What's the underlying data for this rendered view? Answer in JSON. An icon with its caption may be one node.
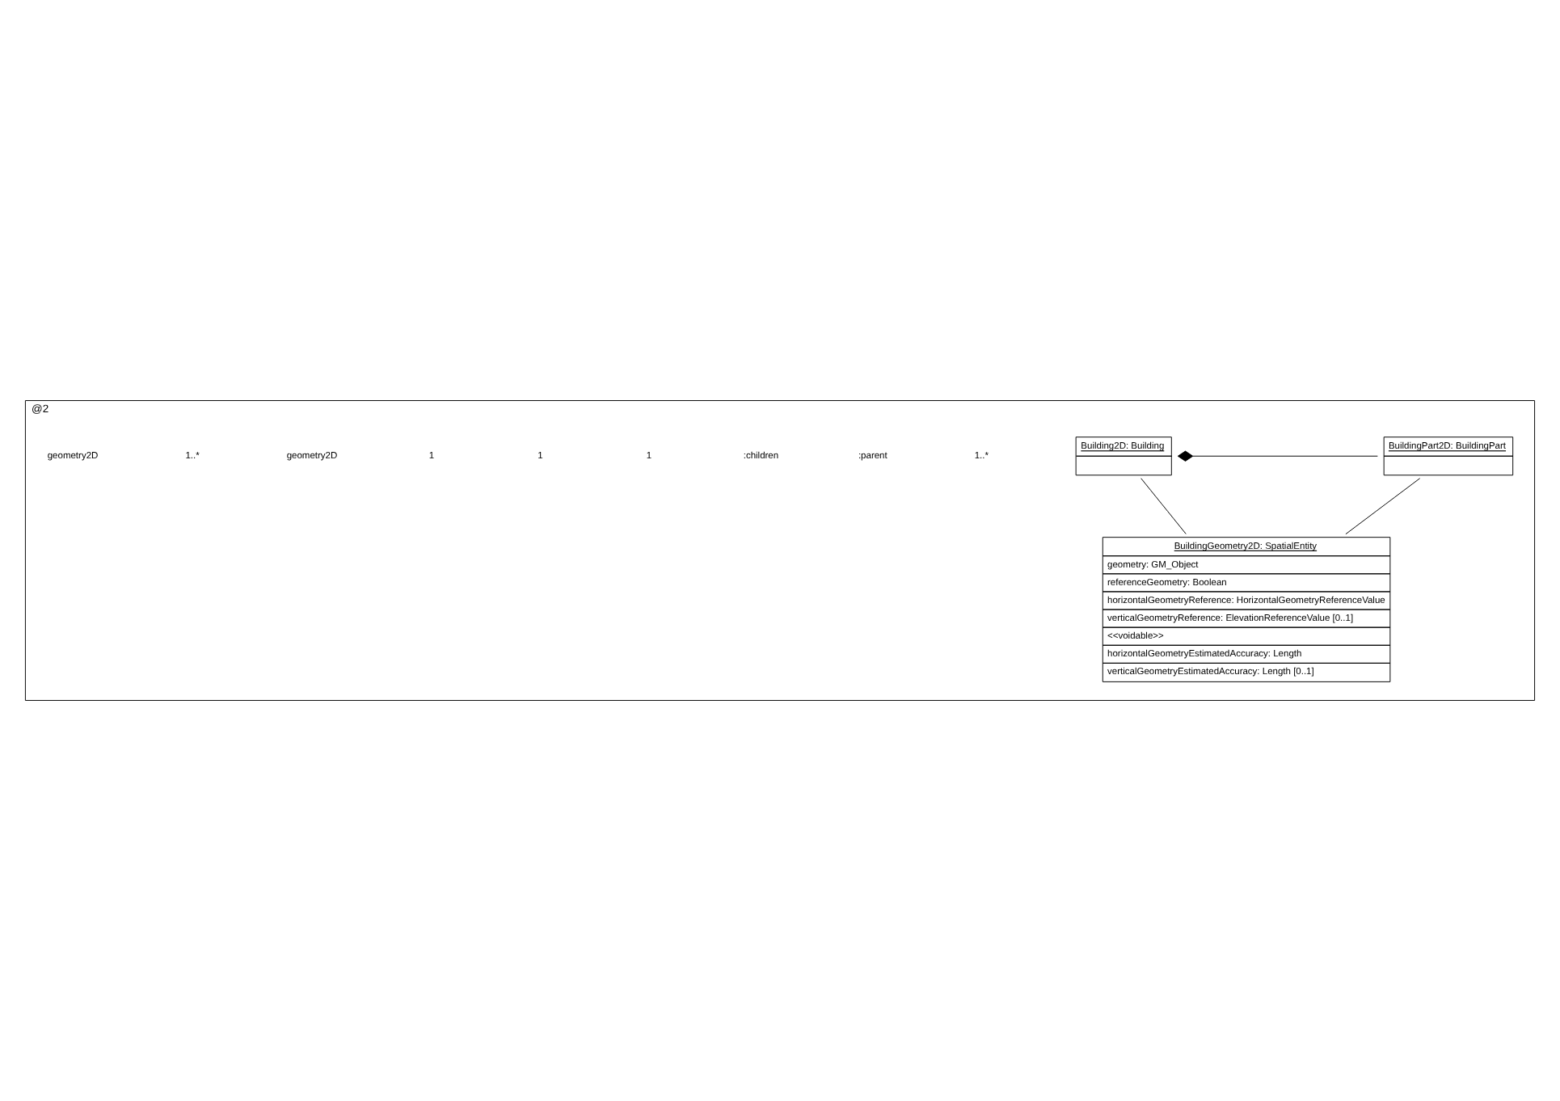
{
  "diagram": {
    "nodes": [
      {
        "text": [
          "@2"
        ]
      },
      {
        "text": [
          "Building2D: Building"
        ],
        "in": 0
      },
      {
        "text": [
          "BuildingPart2D: BuildingPart"
        ],
        "in": 0
      },
      {
        "text": [
          "BuildingGeometry2D: SpatialEntity",
          "geometry: GM_Object",
          "referenceGeometry: Boolean",
          "horizontalGeometryReference: HorizontalGeometryReferenceValue",
          "verticalGeometryReference: ElevationReferenceValue [0..1]",
          "<<voidable>>",
          "horizontalGeometryEstimatedAccuracy: Length",
          "verticalGeometryEstimatedAccuracy: Length [0..1]"
        ],
        "in": 0
      }
    ],
    "edges": [
      {
        "from": 1,
        "to": 2,
        "arrow": "other"
      },
      {
        "from": 1,
        "to": 3,
        "arrow": "none"
      },
      {
        "from": 2,
        "to": 3,
        "arrow": "none"
      }
    ],
    "labels": [
      "1..*",
      ":parent",
      ":children",
      "1",
      "1",
      "1",
      "geometry2D",
      "1..*",
      "geometry2D"
    ]
  }
}
